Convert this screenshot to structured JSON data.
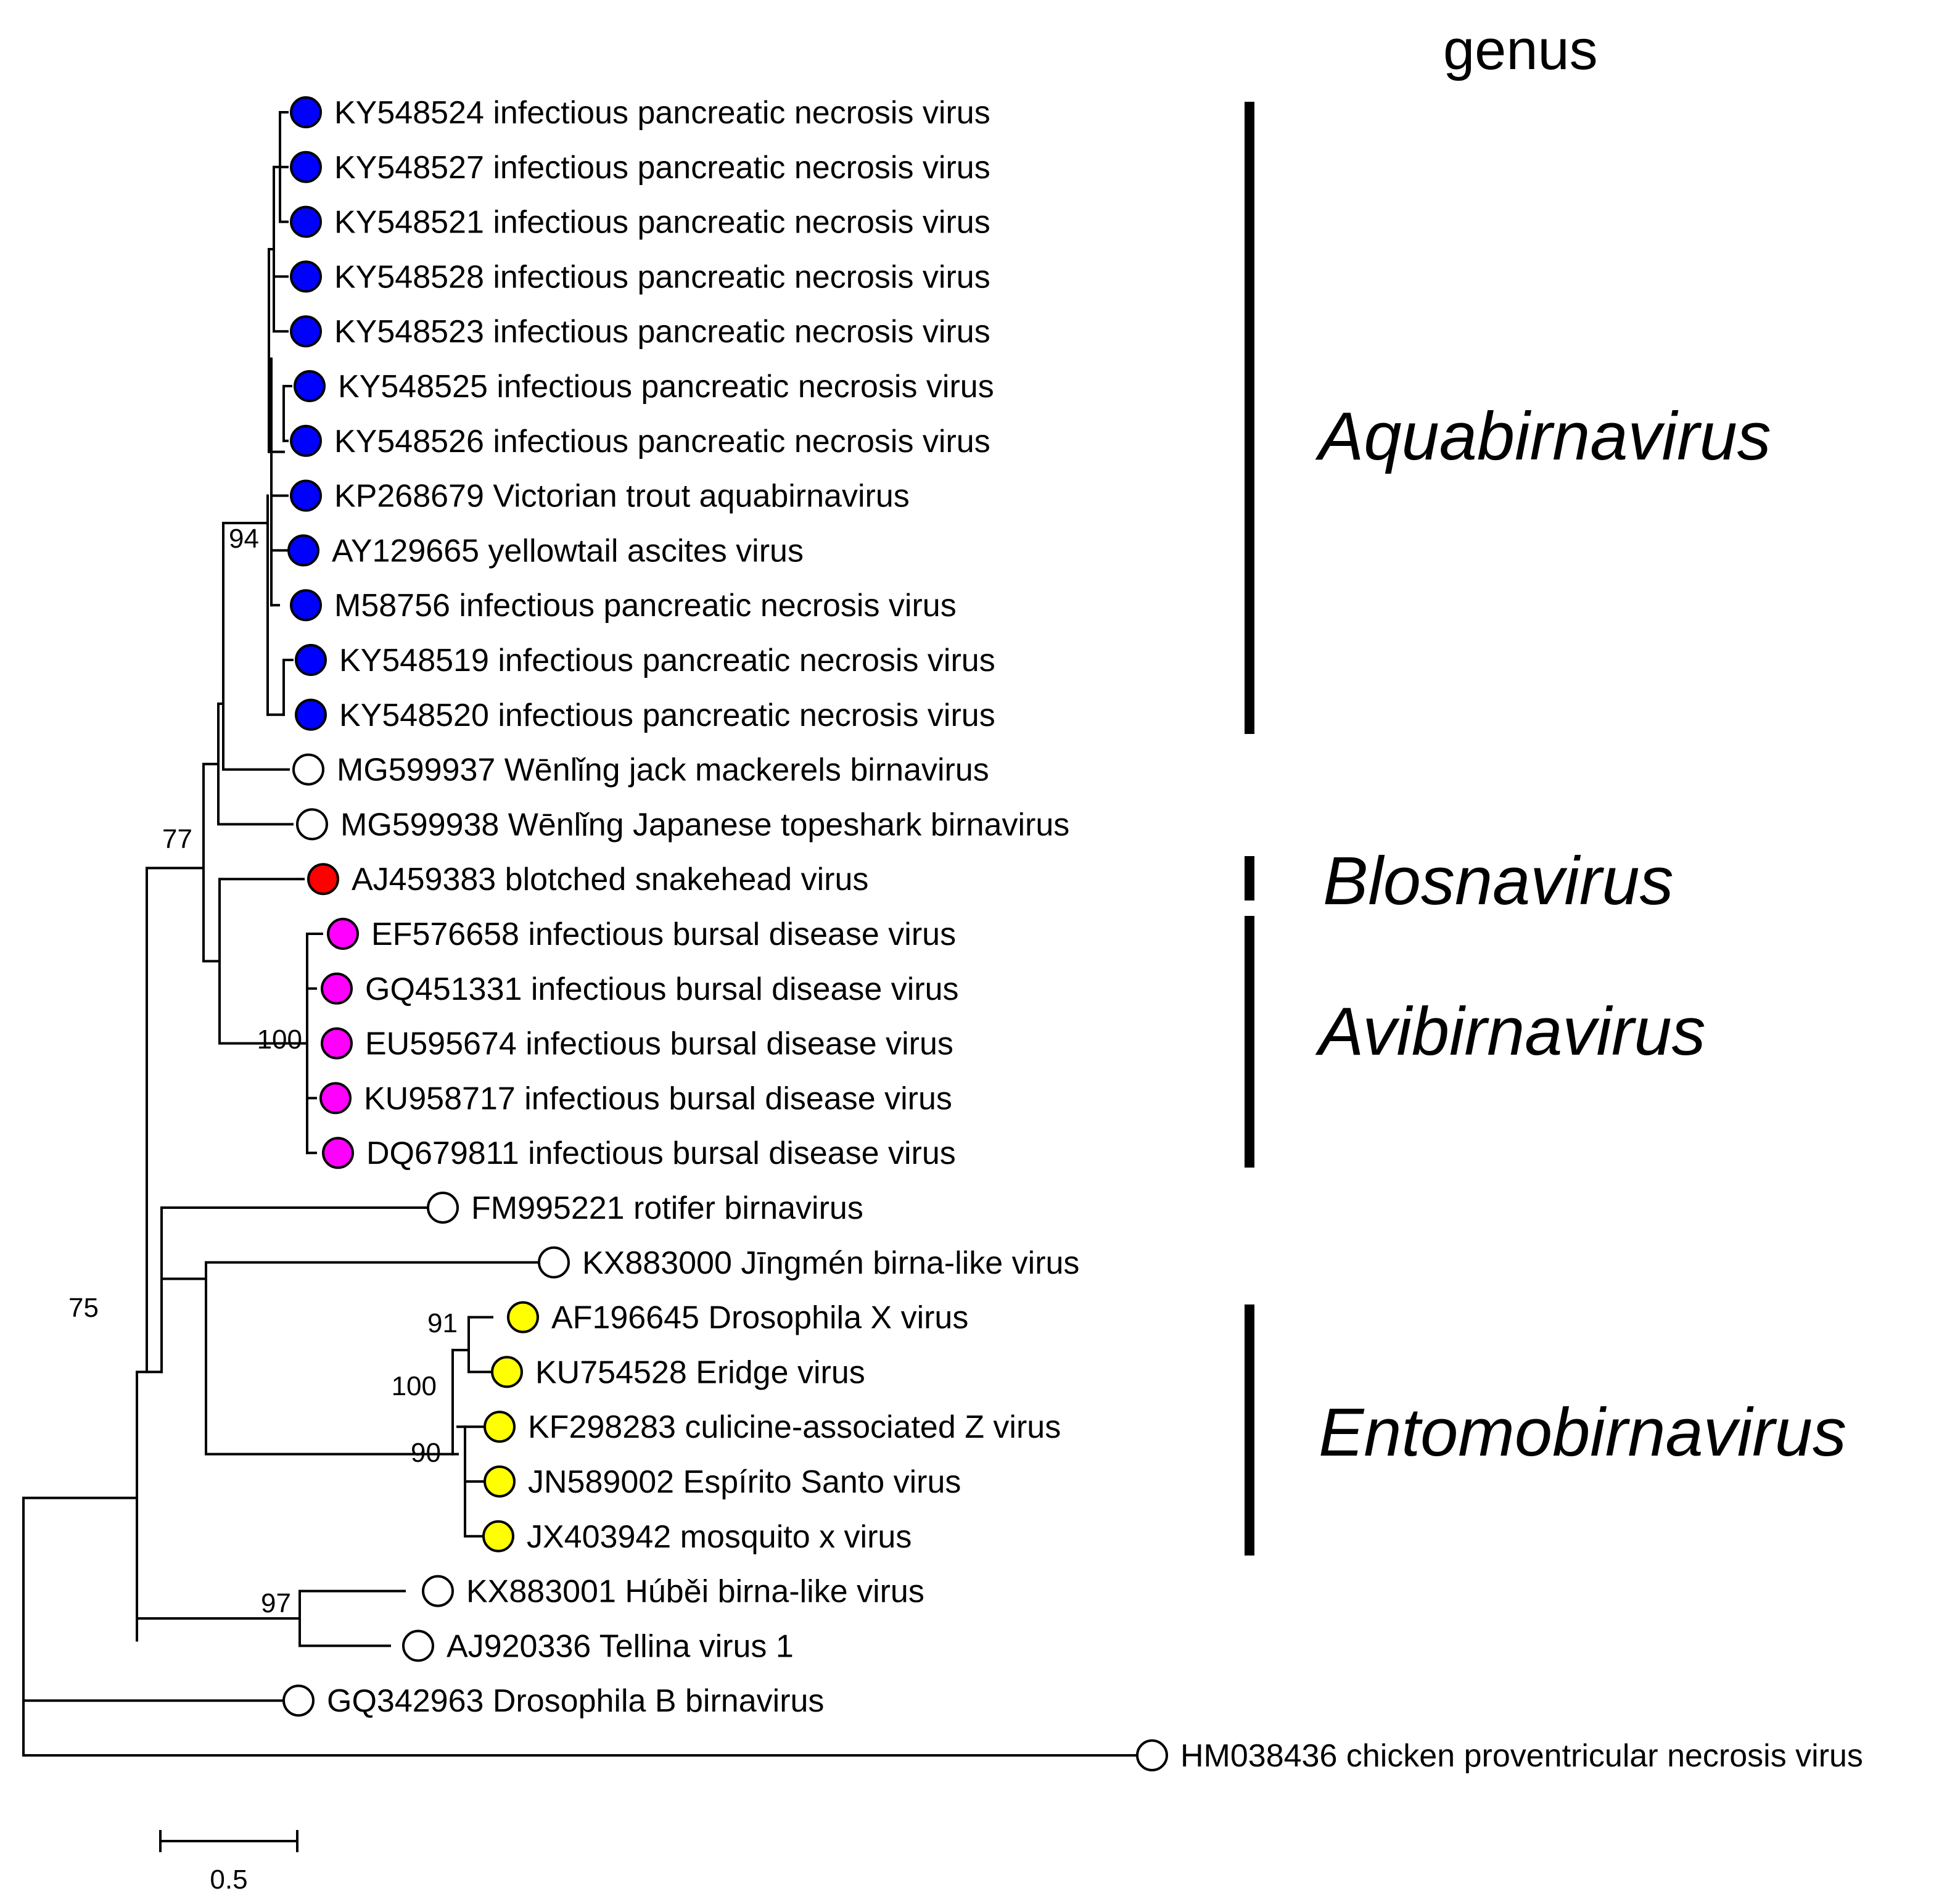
{
  "header": {
    "title": "genus"
  },
  "colors": {
    "aquabirnavirus": "#0000ff",
    "blosnavirus": "#ff0000",
    "avibirnavirus": "#ff00ff",
    "entomobirnavirus": "#ffff00",
    "unassigned": "#ffffff"
  },
  "taxa": [
    {
      "label": "KY548524 infectious pancreatic necrosis virus",
      "group": "aquabirnavirus"
    },
    {
      "label": "KY548527 infectious pancreatic necrosis virus",
      "group": "aquabirnavirus"
    },
    {
      "label": "KY548521 infectious pancreatic necrosis virus",
      "group": "aquabirnavirus"
    },
    {
      "label": "KY548528 infectious pancreatic necrosis virus",
      "group": "aquabirnavirus"
    },
    {
      "label": "KY548523 infectious pancreatic necrosis virus",
      "group": "aquabirnavirus"
    },
    {
      "label": "KY548525 infectious pancreatic necrosis virus",
      "group": "aquabirnavirus"
    },
    {
      "label": "KY548526 infectious pancreatic necrosis virus",
      "group": "aquabirnavirus"
    },
    {
      "label": "KP268679 Victorian trout aquabirnavirus",
      "group": "aquabirnavirus"
    },
    {
      "label": "AY129665 yellowtail ascites virus",
      "group": "aquabirnavirus"
    },
    {
      "label": "M58756 infectious pancreatic necrosis virus",
      "group": "aquabirnavirus"
    },
    {
      "label": "KY548519 infectious pancreatic necrosis virus",
      "group": "aquabirnavirus"
    },
    {
      "label": "KY548520 infectious pancreatic necrosis virus",
      "group": "aquabirnavirus"
    },
    {
      "label": "MG599937 Wēnlǐng jack mackerels birnavirus",
      "group": "unassigned"
    },
    {
      "label": "MG599938 Wēnlǐng Japanese topeshark birnavirus",
      "group": "unassigned"
    },
    {
      "label": "AJ459383 blotched snakehead virus",
      "group": "blosnavirus"
    },
    {
      "label": "EF576658 infectious bursal disease virus",
      "group": "avibirnavirus"
    },
    {
      "label": "GQ451331 infectious bursal disease virus",
      "group": "avibirnavirus"
    },
    {
      "label": "EU595674 infectious bursal disease virus",
      "group": "avibirnavirus"
    },
    {
      "label": "KU958717 infectious bursal disease virus",
      "group": "avibirnavirus"
    },
    {
      "label": "DQ679811 infectious bursal disease virus",
      "group": "avibirnavirus"
    },
    {
      "label": "FM995221 rotifer birnavirus",
      "group": "unassigned"
    },
    {
      "label": "KX883000  Jīngmén birna-like virus",
      "group": "unassigned"
    },
    {
      "label": "AF196645 Drosophila X virus",
      "group": "entomobirnavirus"
    },
    {
      "label": "KU754528 Eridge virus",
      "group": "entomobirnavirus"
    },
    {
      "label": "KF298283 culicine-associated Z virus",
      "group": "entomobirnavirus"
    },
    {
      "label": "JN589002 Espírito Santo virus",
      "group": "entomobirnavirus"
    },
    {
      "label": "JX403942 mosquito x virus",
      "group": "entomobirnavirus"
    },
    {
      "label": "KX883001 Húběi birna-like virus",
      "group": "unassigned"
    },
    {
      "label": "AJ920336 Tellina virus 1",
      "group": "unassigned"
    },
    {
      "label": "GQ342963 Drosophila B birnavirus",
      "group": "unassigned"
    },
    {
      "label": "HM038436 chicken proventricular necrosis virus",
      "group": "unassigned"
    }
  ],
  "bootstrap": [
    "94",
    "77",
    "100",
    "75",
    "91",
    "100",
    "90",
    "97"
  ],
  "genera": [
    {
      "name": "Aquabirnavirus"
    },
    {
      "name": "Blosnavirus"
    },
    {
      "name": "Avibirnavirus"
    },
    {
      "name": "Entomobirnavirus"
    }
  ],
  "scale_bar": {
    "label": "0.5"
  }
}
